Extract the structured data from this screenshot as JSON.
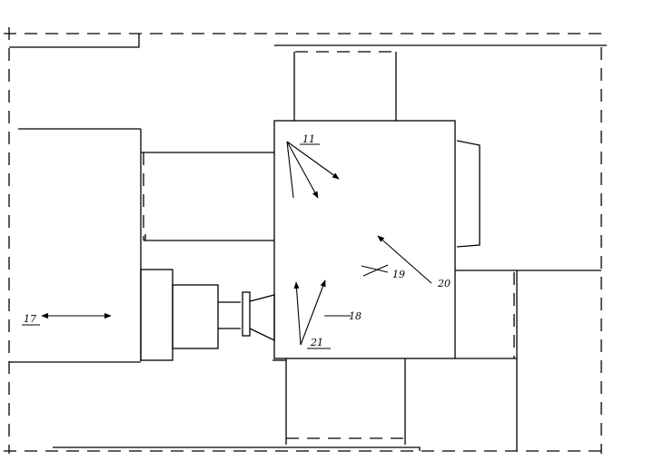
{
  "labels": {
    "l11": "11",
    "l17": "17",
    "l18": "18",
    "l19": "19",
    "l20": "20",
    "l21": "21"
  }
}
